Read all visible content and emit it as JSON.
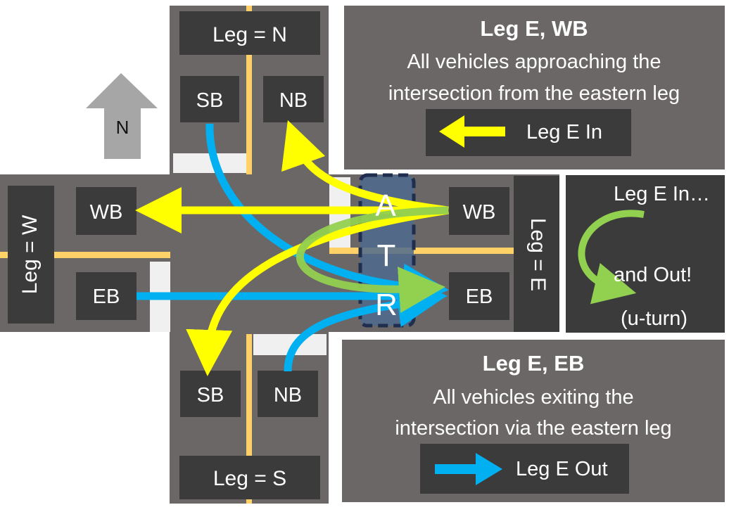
{
  "colors": {
    "road": "#6b6766",
    "dark_box": "#3b3b3b",
    "crosswalk": "#f0f0f0",
    "center_line": "#ffd166",
    "arrow_gray": "#a6a6a6",
    "yellow_flow": "#ffff00",
    "blue_flow": "#00b0f0",
    "green_flow": "#92d050",
    "atr_fill": "#4e6a8e",
    "atr_border": "#1f2d4e",
    "text": "#ffffff",
    "compass_text": "#111111"
  },
  "north_arrow": {
    "label": "N",
    "icon": "north-arrow-icon"
  },
  "legs": {
    "north": {
      "label": "Leg = N",
      "lane_left": "SB",
      "lane_right": "NB"
    },
    "west": {
      "label": "Leg = W",
      "lane_top": "WB",
      "lane_bottom": "EB"
    },
    "south": {
      "label": "Leg = S",
      "lane_left": "SB",
      "lane_right": "NB"
    },
    "east": {
      "label": "Leg = E",
      "lane_top": "WB",
      "lane_bottom": "EB"
    }
  },
  "atr_letters": [
    "A",
    "T",
    "R"
  ],
  "wb_panel": {
    "title": "Leg E, WB",
    "line1": "All vehicles approaching the",
    "line2": "intersection from the eastern leg",
    "legend_label": "Leg E In",
    "legend_icon": "yellow-left-arrow-icon"
  },
  "uturn_panel": {
    "line1": "Leg E In…",
    "line2": "and Out!",
    "line3": "(u-turn)",
    "icon": "green-u-turn-arrow-icon"
  },
  "eb_panel": {
    "title": "Leg E, EB",
    "line1": "All vehicles exiting  the",
    "line2": "intersection via the eastern leg",
    "legend_label": "Leg E Out",
    "legend_icon": "blue-right-arrow-icon"
  }
}
